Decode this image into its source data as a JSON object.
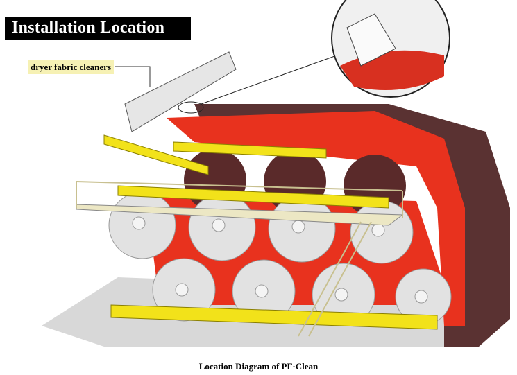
{
  "header": {
    "title": "Installation Location"
  },
  "callout": {
    "label": "dryer fabric cleaners"
  },
  "caption": "Location Diagram of PF·Clean",
  "colors": {
    "fabric_red": "#e8321e",
    "fabric_dark": "#5a3232",
    "frame_yellow": "#f2e21a",
    "roll_gray": "#dcdcdc"
  }
}
